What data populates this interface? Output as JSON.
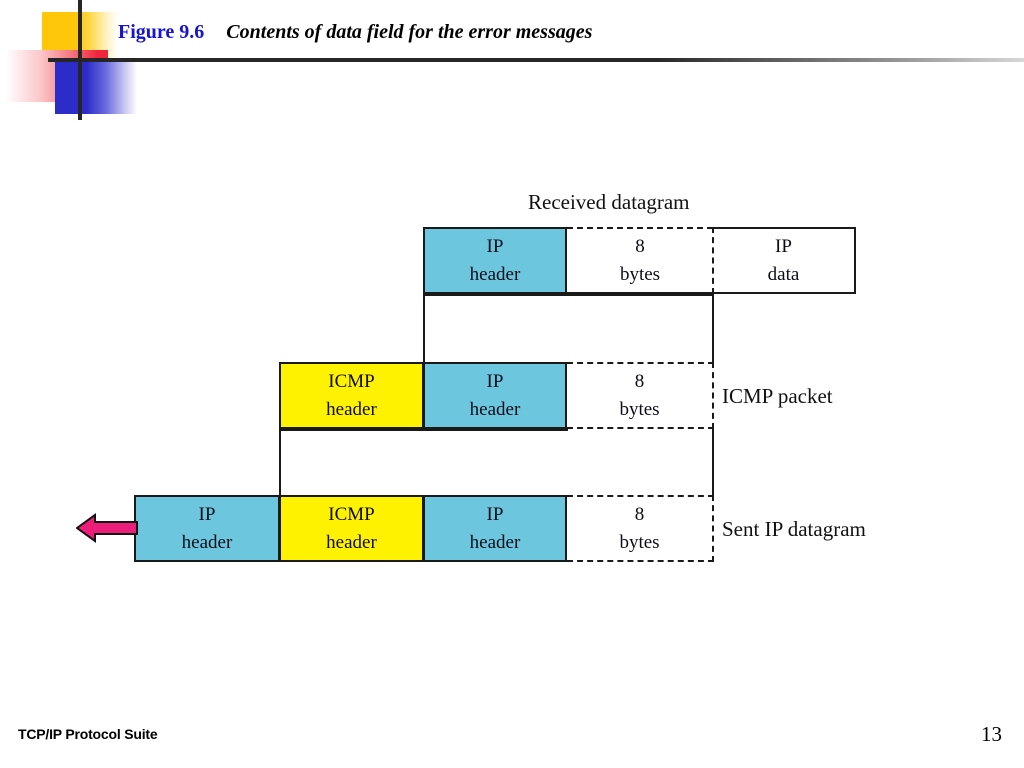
{
  "slide": {
    "figure_number": "Figure 9.6",
    "figure_caption": "Contents of data field for the error messages",
    "accent_blue": "#1414D2",
    "fill_cyan": "#6CC6DE",
    "fill_yellow": "#FFF200",
    "arrow_color": "#EC1E79"
  },
  "diagram": {
    "received_label": "Received datagram",
    "icmp_packet_label": "ICMP packet",
    "sent_label": "Sent IP datagram",
    "rows": [
      {
        "name": "received-datagram",
        "cells": [
          {
            "l1": "IP",
            "l2": "header"
          },
          {
            "l1": "8",
            "l2": "bytes"
          },
          {
            "l1": "IP",
            "l2": "data"
          }
        ]
      },
      {
        "name": "icmp-packet",
        "cells": [
          {
            "l1": "ICMP",
            "l2": "header"
          },
          {
            "l1": "IP",
            "l2": "header"
          },
          {
            "l1": "8",
            "l2": "bytes"
          }
        ]
      },
      {
        "name": "sent-ip-datagram",
        "cells": [
          {
            "l1": "IP",
            "l2": "header"
          },
          {
            "l1": "ICMP",
            "l2": "header"
          },
          {
            "l1": "IP",
            "l2": "header"
          },
          {
            "l1": "8",
            "l2": "bytes"
          }
        ]
      }
    ]
  },
  "footer": {
    "left": "TCP/IP Protocol Suite",
    "page": "13"
  }
}
